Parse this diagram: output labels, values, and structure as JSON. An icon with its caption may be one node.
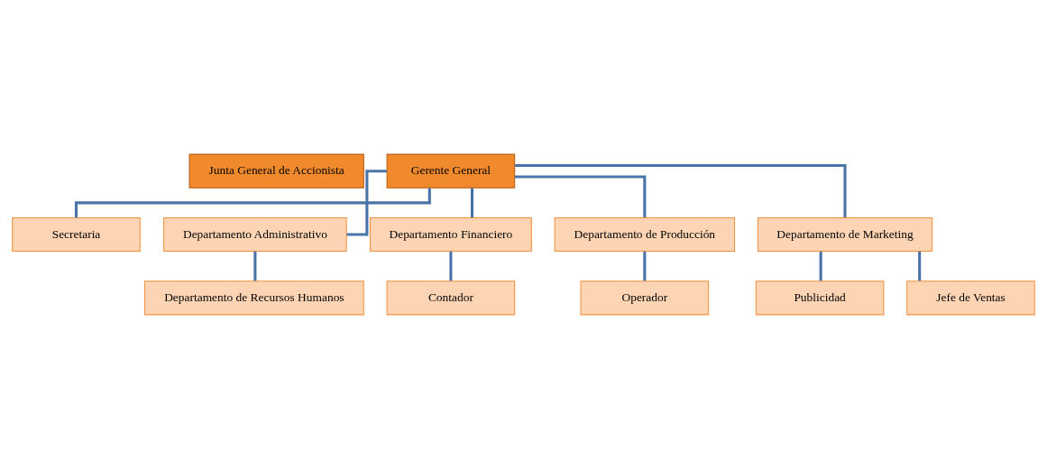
{
  "diagram": {
    "nodes": [
      {
        "text": [
          "Junta General de Accionista"
        ]
      },
      {
        "text": [
          "Gerente General"
        ]
      },
      {
        "text": [
          "Secretaria"
        ]
      },
      {
        "text": [
          "Departamento Administrativo"
        ]
      },
      {
        "text": [
          "Departamento Financiero"
        ]
      },
      {
        "text": [
          "Departamento de Producción"
        ]
      },
      {
        "text": [
          "Departamento de Marketing"
        ]
      },
      {
        "text": [
          "Departamento de Recursos Humanos"
        ]
      },
      {
        "text": [
          "Contador"
        ]
      },
      {
        "text": [
          "Operador"
        ]
      },
      {
        "text": [
          "Publicidad"
        ]
      },
      {
        "text": [
          "Jefe de Ventas"
        ]
      }
    ],
    "edges": [
      {
        "from": 1,
        "to": 2,
        "arrow": "none"
      },
      {
        "from": 1,
        "to": 3,
        "arrow": "none"
      },
      {
        "from": 1,
        "to": 4,
        "arrow": "none"
      },
      {
        "from": 1,
        "to": 5,
        "arrow": "none"
      },
      {
        "from": 1,
        "to": 6,
        "arrow": "none"
      },
      {
        "from": 3,
        "to": 7,
        "arrow": "none"
      },
      {
        "from": 4,
        "to": 8,
        "arrow": "none"
      },
      {
        "from": 5,
        "to": 9,
        "arrow": "none"
      },
      {
        "from": 6,
        "to": 10,
        "arrow": "none"
      },
      {
        "from": 6,
        "to": 11,
        "arrow": "none"
      }
    ]
  }
}
